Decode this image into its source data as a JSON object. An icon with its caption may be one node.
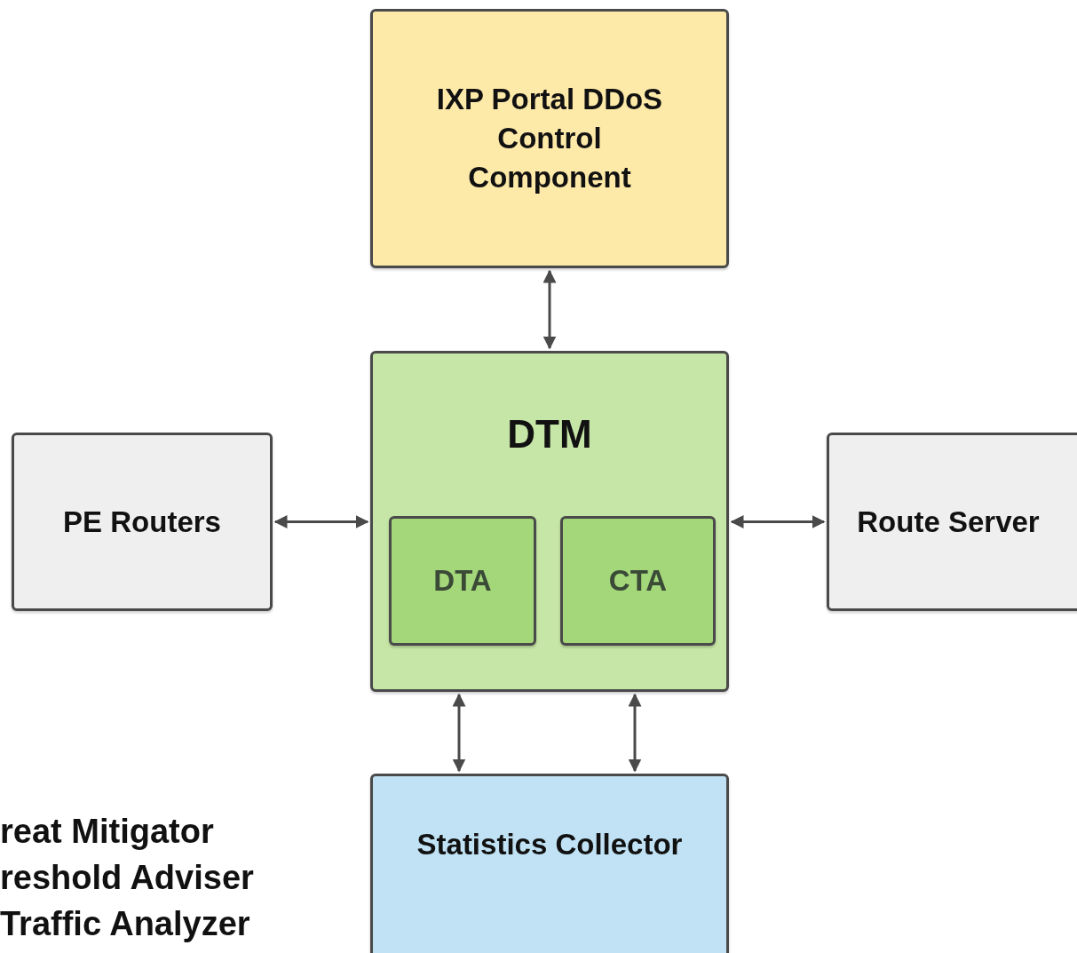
{
  "diagram": {
    "nodes": [
      {
        "text": [
          "IXP Portal DDoS Control Component"
        ]
      },
      {
        "text": [
          "DTM"
        ]
      },
      {
        "text": [
          "DTA"
        ],
        "in": 1
      },
      {
        "text": [
          "CTA"
        ],
        "in": 1
      },
      {
        "text": [
          "PE Routers"
        ]
      },
      {
        "text": [
          "Route Server"
        ]
      },
      {
        "text": [
          "Statistics Collector"
        ]
      }
    ],
    "edges": [
      {
        "from": 0,
        "to": 1,
        "arrow": "both"
      },
      {
        "from": 4,
        "to": 1,
        "arrow": "both"
      },
      {
        "from": 1,
        "to": 5,
        "arrow": "both"
      },
      {
        "from": 1,
        "to": 6,
        "arrow": "both"
      },
      {
        "from": 1,
        "to": 6,
        "arrow": "both"
      }
    ],
    "labels": [
      "reat Mitigator",
      "reshold Adviser",
      "Traffic Analyzer"
    ]
  }
}
